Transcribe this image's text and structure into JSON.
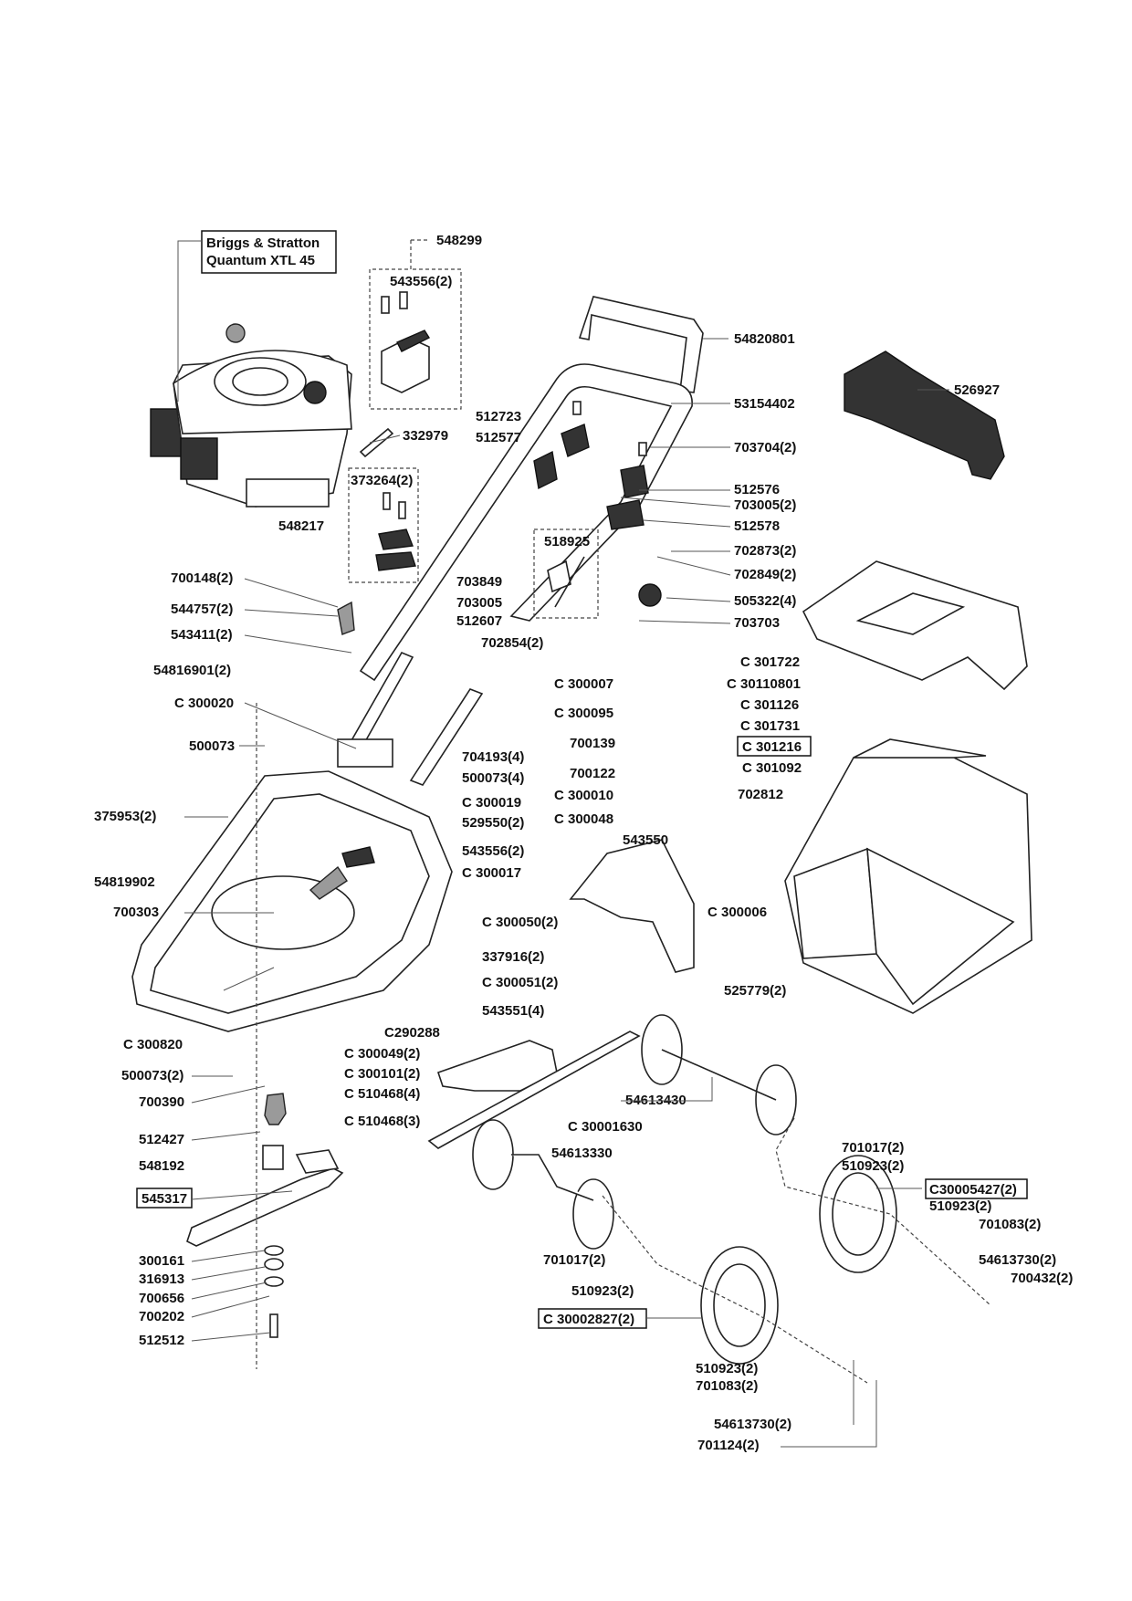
{
  "engine_box": {
    "line1": "Briggs & Stratton",
    "line2": "Quantum XTL 45"
  },
  "labels": [
    {
      "id": "p548299",
      "text": "548299"
    },
    {
      "id": "p543556a",
      "text": "543556(2)"
    },
    {
      "id": "p54820801",
      "text": "54820801"
    },
    {
      "id": "p526927",
      "text": "526927"
    },
    {
      "id": "p53154402",
      "text": "53154402"
    },
    {
      "id": "p332979",
      "text": "332979"
    },
    {
      "id": "p512723",
      "text": "512723"
    },
    {
      "id": "p512577",
      "text": "512577"
    },
    {
      "id": "p703704",
      "text": "703704(2)"
    },
    {
      "id": "p373264",
      "text": "373264(2)"
    },
    {
      "id": "p512576",
      "text": "512576"
    },
    {
      "id": "p703005a",
      "text": "703005(2)"
    },
    {
      "id": "p548217",
      "text": "548217"
    },
    {
      "id": "p512578",
      "text": "512578"
    },
    {
      "id": "p518925",
      "text": "518925"
    },
    {
      "id": "p702873",
      "text": "702873(2)"
    },
    {
      "id": "p702849",
      "text": "702849(2)"
    },
    {
      "id": "p700148",
      "text": "700148(2)"
    },
    {
      "id": "p703849",
      "text": "703849"
    },
    {
      "id": "p703005b",
      "text": "703005"
    },
    {
      "id": "p505322",
      "text": "505322(4)"
    },
    {
      "id": "p544757",
      "text": "544757(2)"
    },
    {
      "id": "p512607",
      "text": "512607"
    },
    {
      "id": "p703703",
      "text": "703703"
    },
    {
      "id": "p543411",
      "text": "543411(2)"
    },
    {
      "id": "p702854",
      "text": "702854(2)"
    },
    {
      "id": "pc301722",
      "text": "C 301722"
    },
    {
      "id": "p54816901",
      "text": "54816901(2)"
    },
    {
      "id": "pc30110801",
      "text": "C 30110801"
    },
    {
      "id": "pc300007",
      "text": "C 300007"
    },
    {
      "id": "pc300020",
      "text": "C 300020"
    },
    {
      "id": "pc301126",
      "text": "C 301126"
    },
    {
      "id": "pc300095",
      "text": "C 300095"
    },
    {
      "id": "pc301731",
      "text": "C 301731"
    },
    {
      "id": "p500073a",
      "text": "500073"
    },
    {
      "id": "p700139",
      "text": "700139"
    },
    {
      "id": "pc301216",
      "text": "C 301216"
    },
    {
      "id": "p704193",
      "text": "704193(4)"
    },
    {
      "id": "pc301092",
      "text": "C 301092"
    },
    {
      "id": "p700122",
      "text": "700122"
    },
    {
      "id": "p500073b",
      "text": "500073(4)"
    },
    {
      "id": "pc300010",
      "text": "C 300010"
    },
    {
      "id": "p702812",
      "text": "702812"
    },
    {
      "id": "pc300019",
      "text": "C 300019"
    },
    {
      "id": "p375953",
      "text": "375953(2)"
    },
    {
      "id": "p529550",
      "text": "529550(2)"
    },
    {
      "id": "pc300048",
      "text": "C 300048"
    },
    {
      "id": "p543550",
      "text": "543550"
    },
    {
      "id": "p543556b",
      "text": "543556(2)"
    },
    {
      "id": "pc300017",
      "text": "C 300017"
    },
    {
      "id": "p54819902",
      "text": "54819902"
    },
    {
      "id": "p700303",
      "text": "700303"
    },
    {
      "id": "pc300006",
      "text": "C 300006"
    },
    {
      "id": "pc300050",
      "text": "C 300050(2)"
    },
    {
      "id": "p337916",
      "text": "337916(2)"
    },
    {
      "id": "pc300051",
      "text": "C 300051(2)"
    },
    {
      "id": "p525779",
      "text": "525779(2)"
    },
    {
      "id": "p543551",
      "text": "543551(4)"
    },
    {
      "id": "pc290288",
      "text": "C290288"
    },
    {
      "id": "pc300820",
      "text": "C 300820"
    },
    {
      "id": "pc300049",
      "text": "C 300049(2)"
    },
    {
      "id": "p500073c",
      "text": "500073(2)"
    },
    {
      "id": "pc300101",
      "text": "C 300101(2)"
    },
    {
      "id": "pc510468a",
      "text": "C 510468(4)"
    },
    {
      "id": "p700390",
      "text": "700390"
    },
    {
      "id": "p54613430",
      "text": "54613430"
    },
    {
      "id": "pc510468b",
      "text": "C 510468(3)"
    },
    {
      "id": "p512427",
      "text": "512427"
    },
    {
      "id": "pc30001630",
      "text": "C 30001630"
    },
    {
      "id": "p701017a",
      "text": "701017(2)"
    },
    {
      "id": "p54613330",
      "text": "54613330"
    },
    {
      "id": "p548192",
      "text": "548192"
    },
    {
      "id": "p510923a",
      "text": "510923(2)"
    },
    {
      "id": "p545317",
      "text": "545317"
    },
    {
      "id": "pc30005427",
      "text": "C30005427(2)"
    },
    {
      "id": "p510923b",
      "text": "510923(2)"
    },
    {
      "id": "p701083a",
      "text": "701083(2)"
    },
    {
      "id": "p300161",
      "text": "300161"
    },
    {
      "id": "p701017b",
      "text": "701017(2)"
    },
    {
      "id": "p54613730a",
      "text": "54613730(2)"
    },
    {
      "id": "p316913",
      "text": "316913"
    },
    {
      "id": "p700432",
      "text": "700432(2)"
    },
    {
      "id": "p700656",
      "text": "700656"
    },
    {
      "id": "p510923c",
      "text": "510923(2)"
    },
    {
      "id": "p700202",
      "text": "700202"
    },
    {
      "id": "pc30002827",
      "text": "C 30002827(2)"
    },
    {
      "id": "p512512",
      "text": "512512"
    },
    {
      "id": "p510923d",
      "text": "510923(2)"
    },
    {
      "id": "p701083b",
      "text": "701083(2)"
    },
    {
      "id": "p54613730b",
      "text": "54613730(2)"
    },
    {
      "id": "p701124",
      "text": "701124(2)"
    }
  ]
}
